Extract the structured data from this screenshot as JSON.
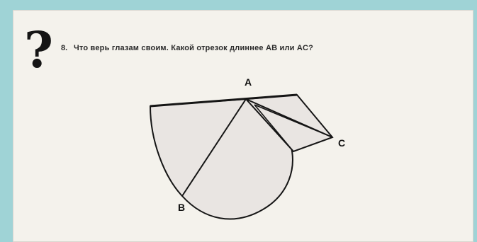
{
  "question": {
    "number": "8.",
    "text": "Что верь глазам своим. Какой отрезок длиннее AB или AC?"
  },
  "labels": {
    "A": "A",
    "B": "B",
    "C": "C"
  },
  "colors": {
    "background": "#9fd3d6",
    "paper": "#f4f2ec",
    "shape_fill": "#e9e5e2",
    "line": "#111111"
  },
  "icon": "question-mark-icon"
}
